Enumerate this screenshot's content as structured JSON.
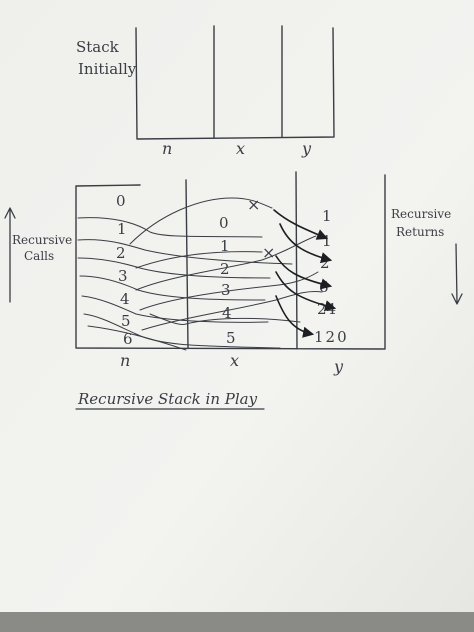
{
  "top_diagram": {
    "label_lines": [
      "Stack",
      "Initially"
    ],
    "columns": [
      "n",
      "x",
      "y"
    ]
  },
  "main_diagram": {
    "n_values": [
      "0",
      "1",
      "2",
      "3",
      "4",
      "5",
      "6"
    ],
    "x_values": [
      "0",
      "1",
      "2",
      "3",
      "4",
      "5"
    ],
    "y_values": [
      "1",
      "1",
      "2",
      "6",
      "24",
      "120"
    ],
    "columns": [
      "n",
      "x",
      "y"
    ],
    "left_label_lines": [
      "Recursive",
      "Calls"
    ],
    "right_label_lines": [
      "Recursive",
      "Returns"
    ],
    "cross_marks": [
      "×",
      "×"
    ]
  },
  "caption": "Recursive Stack in Play",
  "colors": {
    "paper": "#f1f1ee",
    "ink": "#3a3d44",
    "background": "#8f8f8b"
  }
}
